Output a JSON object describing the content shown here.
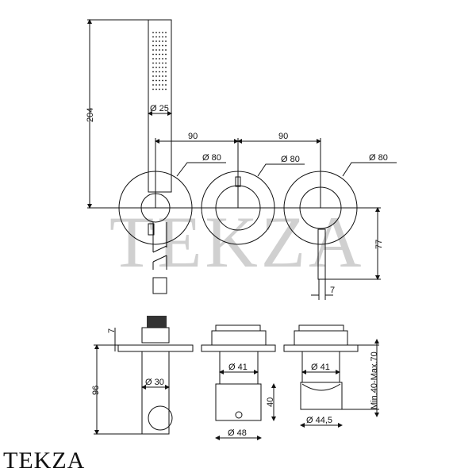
{
  "watermark": "TEKZA",
  "logo": "TEKZA",
  "front_view": {
    "height_total": "204",
    "handshower_diameter": "Ø 25",
    "spacing_1": "90",
    "spacing_2": "90",
    "plate_diameter_left": "Ø 80",
    "plate_diameter_middle": "Ø 80",
    "plate_diameter_right": "Ø 80",
    "lever_length": "77",
    "lever_width": "7"
  },
  "side_view": {
    "plate_thickness": "7",
    "depth_outlet": "96",
    "outlet_diameter": "Ø 30",
    "body_diameter_middle": "Ø 41",
    "block_height": "40",
    "block_diameter": "Ø 48",
    "body_diameter_right": "Ø 41",
    "cartridge_diameter": "Ø 44,5",
    "installation_depth": "Min.40-Max.70"
  }
}
